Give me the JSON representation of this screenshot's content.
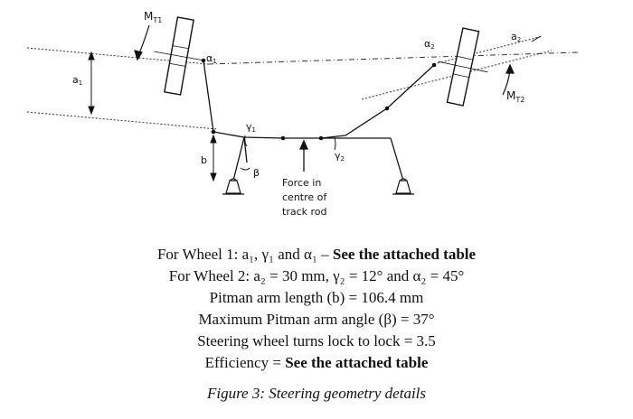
{
  "diagram": {
    "labels": {
      "moment_1": "M",
      "moment_1_sub": "T1",
      "moment_2": "M",
      "moment_2_sub": "T2",
      "alpha_1": "α",
      "alpha_1_sub": "1",
      "alpha_2": "α",
      "alpha_2_sub": "2",
      "a_1": "a",
      "a_1_sub": "1",
      "a_2": "a",
      "a_2_sub": "2",
      "gamma_1": "γ",
      "gamma_1_sub": "1",
      "gamma_2": "γ",
      "gamma_2_sub": "2",
      "b": "b",
      "beta": "β",
      "force_line_1": "Force in",
      "force_line_2": "centre of",
      "force_line_3": "track rod"
    }
  },
  "spec": {
    "line1_prefix": "For Wheel 1: a₁, γ₁ and α₁ – ",
    "line1_bold": "See the attached table",
    "line2": "For Wheel 2: a₂ = 30 mm, γ₂ = 12° and α₂ = 45°",
    "line3": "Pitman arm length (b)  = 106.4 mm",
    "line4": "Maximum Pitman arm angle (β) = 37°",
    "line5": "Steering wheel turns lock to lock = 3.5",
    "line6_prefix": "Efficiency = ",
    "line6_bold": "See the attached table",
    "caption": "Figure 3: Steering geometry details"
  }
}
